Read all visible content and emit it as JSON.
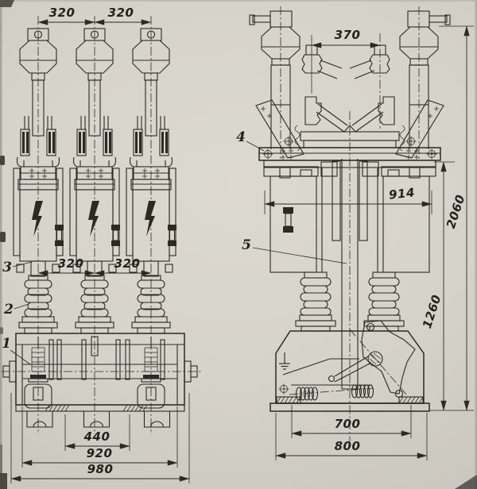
{
  "drawing": {
    "kind": "technical outline drawing",
    "subject": "three-pole high-voltage circuit breaker, front and side views",
    "units": "mm"
  },
  "style": {
    "ink": "#2b2a23",
    "paper": "#d6d3ca"
  },
  "symbols": {
    "lightning": "high-voltage-arc-icon",
    "ground": "earth-ground-icon"
  },
  "front_view": {
    "dim_pitch_top_left": "320",
    "dim_pitch_top_right": "320",
    "dim_pitch_mid_left": "320",
    "dim_pitch_mid_right": "320",
    "dim_feet": "440",
    "dim_frame": "920",
    "dim_overall": "980",
    "callout_1": "1",
    "callout_2": "2",
    "callout_3": "3"
  },
  "side_view": {
    "dim_contact_gap": "370",
    "dim_pole_span": "914",
    "dim_height_overall": "2060",
    "dim_height_frame": "1260",
    "dim_base": "700",
    "dim_base_plate": "800",
    "callout_4": "4",
    "callout_5": "5"
  }
}
